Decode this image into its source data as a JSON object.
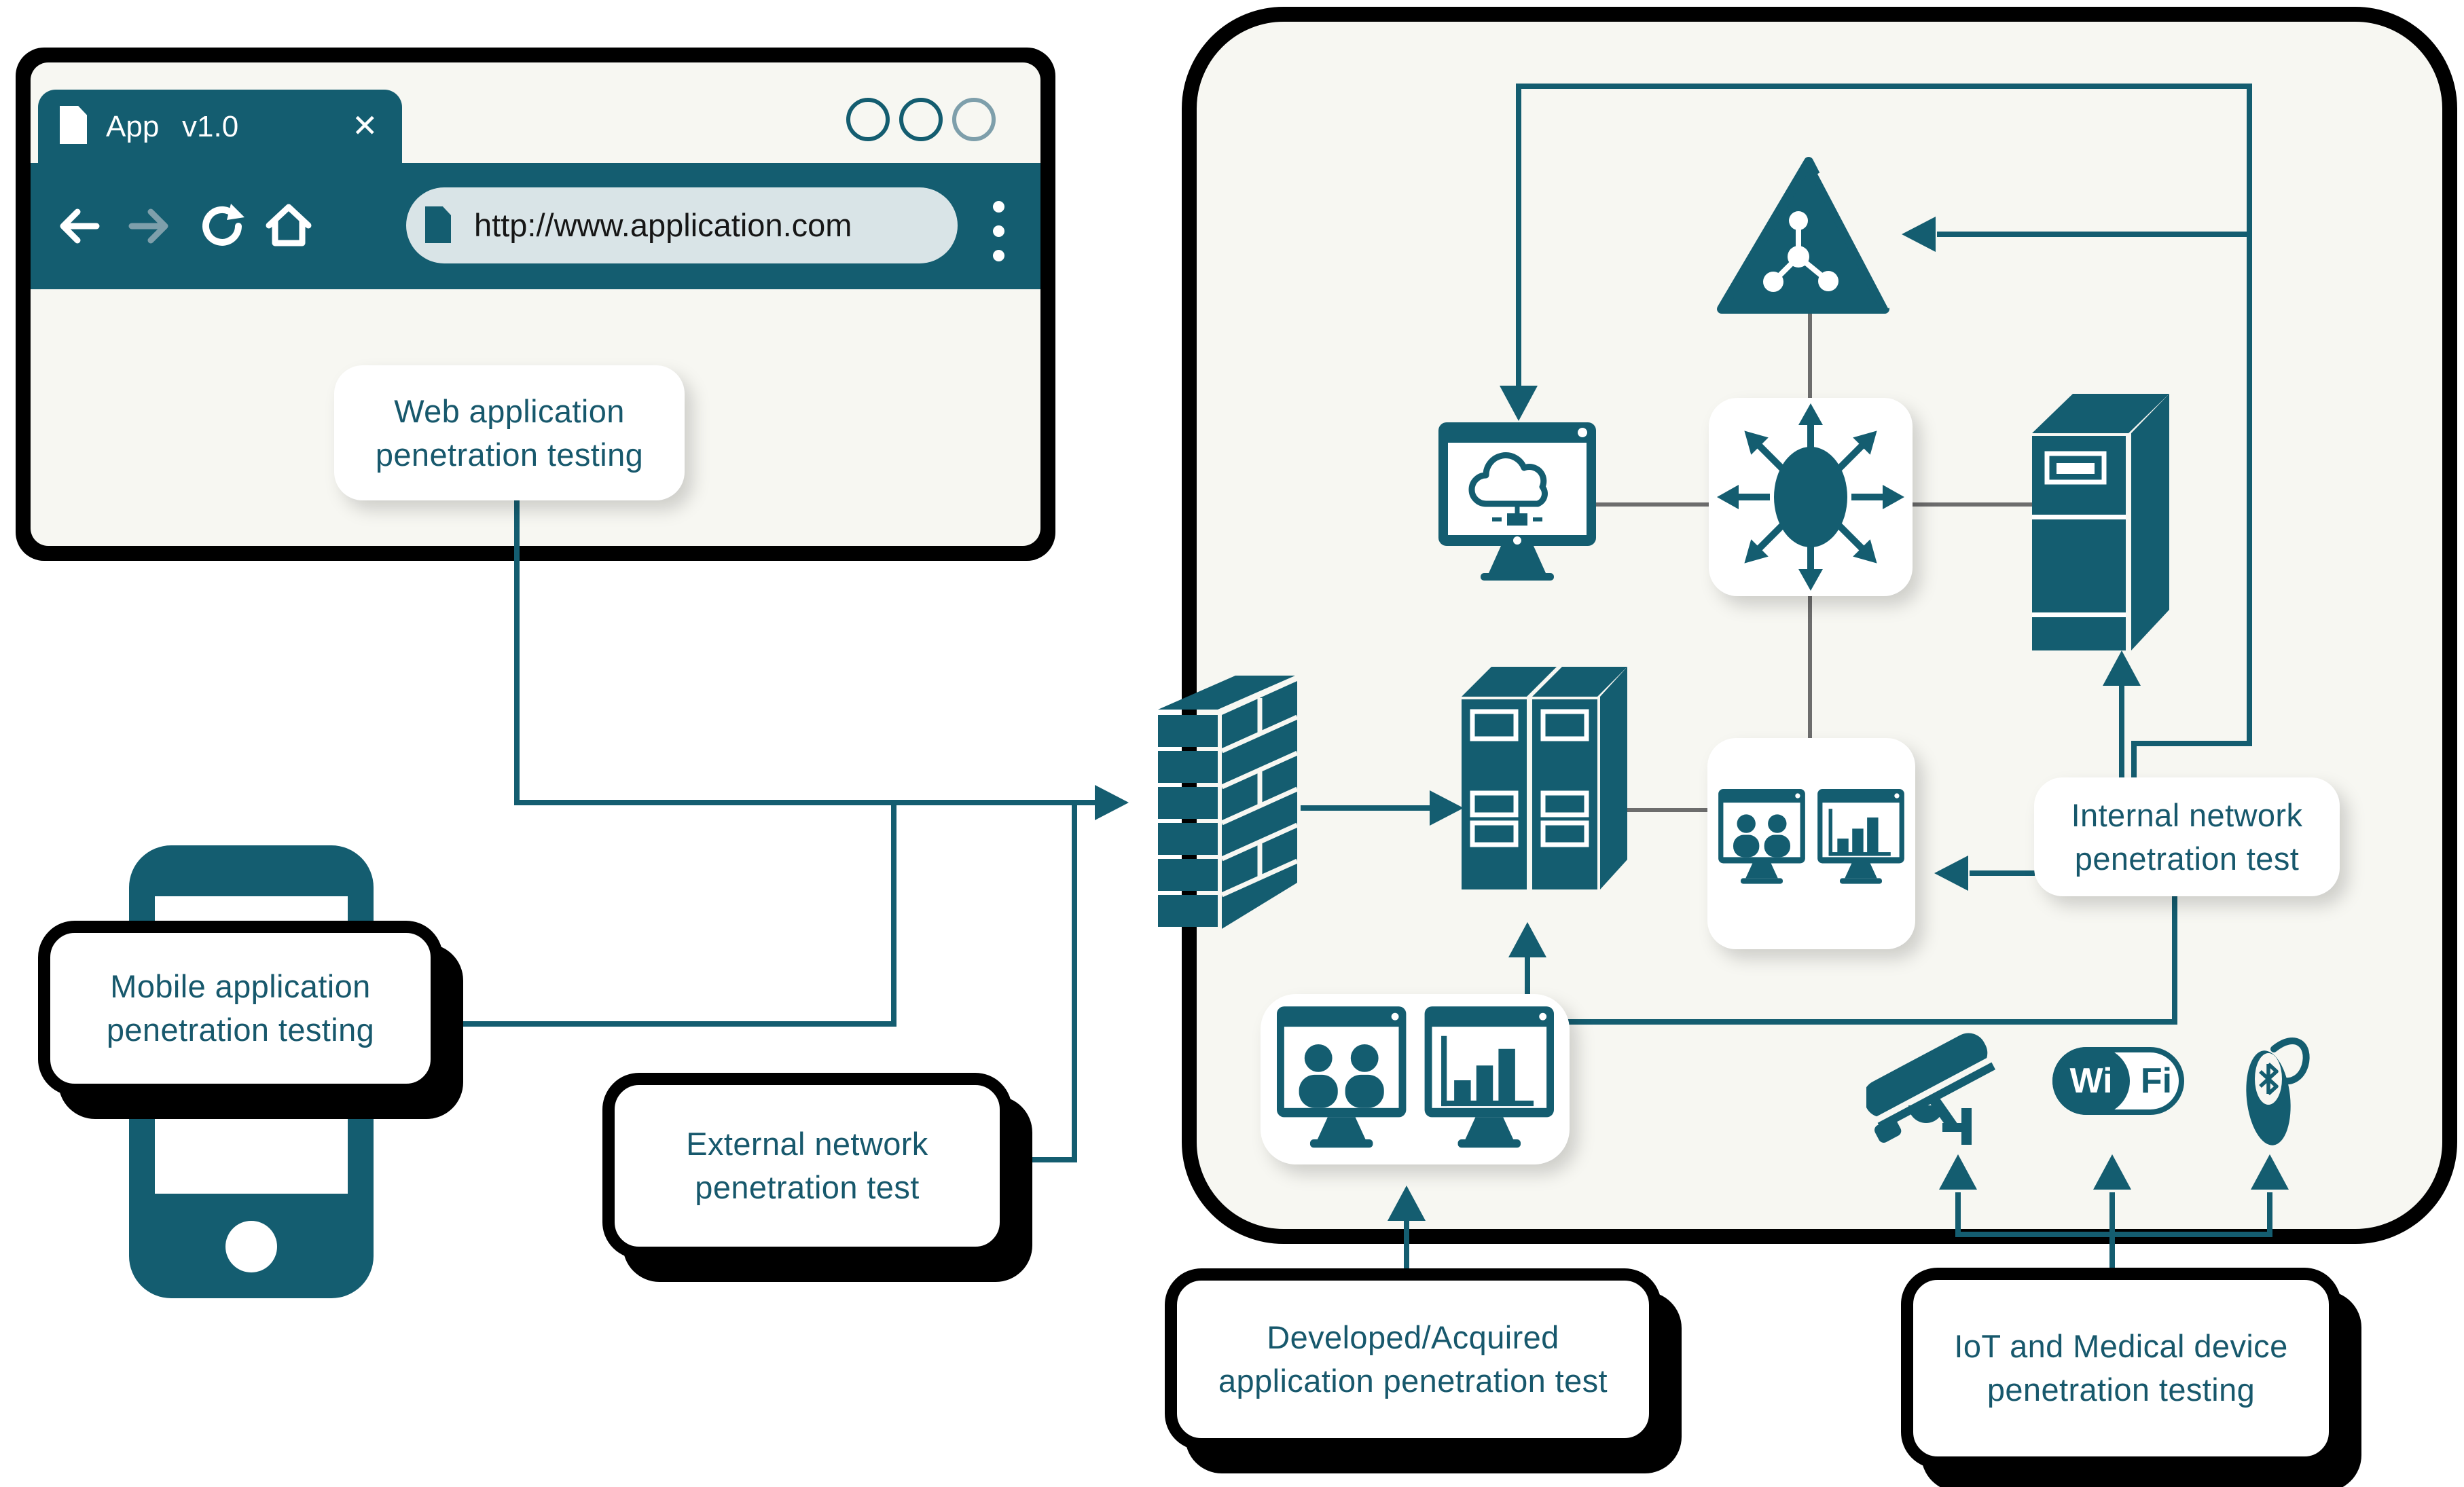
{
  "colors": {
    "teal": "#145d70",
    "label_text": "#17586c",
    "black": "#000000",
    "canvas": "#ffffff",
    "panel_bg": "#f7f7f2",
    "url_pill": "#d9e4e7",
    "gray_line": "#6d6d6d",
    "muted_arrow": "#7e9fab"
  },
  "browser": {
    "tab_app": "App",
    "tab_version": "v1.0",
    "close_glyph": "✕",
    "url": "http://www.application.com"
  },
  "labels": {
    "web": {
      "line1": "Web application",
      "line2": "penetration testing"
    },
    "mobile": {
      "line1": "Mobile application",
      "line2": "penetration testing"
    },
    "external": {
      "line1": "External network",
      "line2": "penetration test"
    },
    "internal": {
      "line1": "Internal network",
      "line2": "penetration test"
    },
    "developed": {
      "line1": "Developed/Acquired",
      "line2": "application penetration test"
    },
    "iot": {
      "line1": "IoT and Medical device",
      "line2": "penetration testing"
    }
  },
  "wifi": {
    "left": "Wi",
    "right": "Fi"
  }
}
